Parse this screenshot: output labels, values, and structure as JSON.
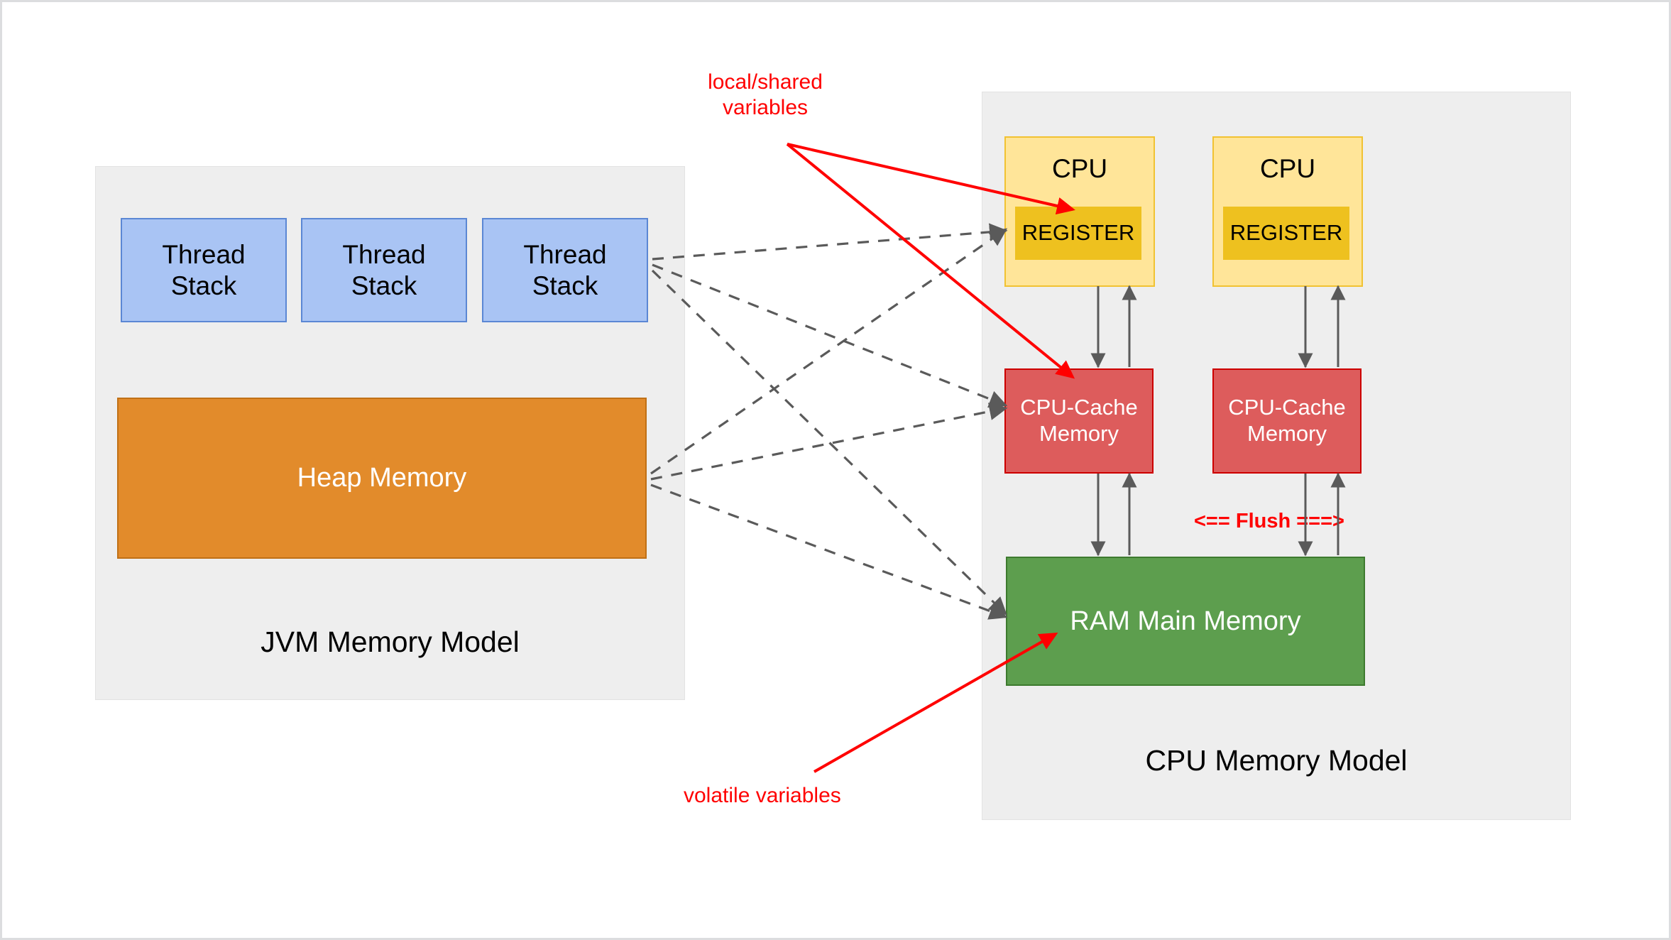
{
  "diagram": {
    "title": "JVM Memory Model and CPU Memory Model",
    "colors": {
      "thread_stack_fill": "#a9c4f4",
      "thread_stack_border": "#5b87d4",
      "heap_fill": "#e28b2b",
      "heap_border": "#c07016",
      "cpu_fill": "#ffe599",
      "cpu_border": "#f1c232",
      "register_fill": "#eec11f",
      "cache_fill": "#dd5c5c",
      "cache_border": "#cc0000",
      "ram_fill": "#5d9e4e",
      "ram_border": "#3d7a2e",
      "panel_fill": "#eeeeee",
      "annotation_red": "#ff0000",
      "connector_gray": "#5a5a5a"
    }
  },
  "jvm_panel": {
    "title": "JVM Memory Model",
    "thread_stacks": [
      {
        "label": "Thread\nStack"
      },
      {
        "label": "Thread\nStack"
      },
      {
        "label": "Thread\nStack"
      }
    ],
    "heap": {
      "label": "Heap Memory"
    }
  },
  "cpu_panel": {
    "title": "CPU Memory Model",
    "cpus": [
      {
        "label": "CPU",
        "register": {
          "label": "REGISTER"
        },
        "cache": {
          "label": "CPU-Cache\nMemory"
        }
      },
      {
        "label": "CPU",
        "register": {
          "label": "REGISTER"
        },
        "cache": {
          "label": "CPU-Cache\nMemory"
        }
      }
    ],
    "ram": {
      "label": "RAM Main Memory"
    },
    "flush_label": "<== Flush ===>"
  },
  "annotations": {
    "local_shared": "local/shared\nvariables",
    "volatile": "volatile variables"
  }
}
